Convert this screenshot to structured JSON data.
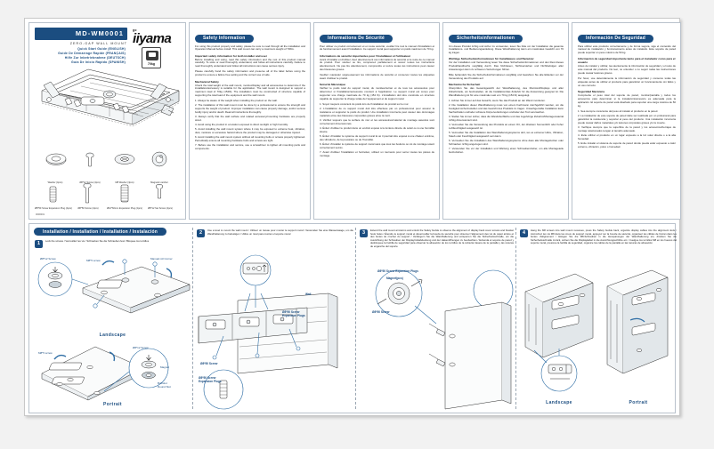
{
  "product": {
    "model": "MD-WM0001",
    "subtitle": "ZERO-GAP WALL MOUNT",
    "guides": [
      "Quick Start Guide (ENGLISH)",
      "Guide De Démarrage Rapide (FRANÇAIS)",
      "Hilfe Zur Inbetriebnahme (DEUTSCH)",
      "Guía De Inicio Rápido (SPANISH)"
    ],
    "brand_sup": "go",
    "brand": "iiyama",
    "weight_label": "70kg",
    "footnote": "0000001",
    "parts": [
      {
        "label": "Washer (4pcs)"
      },
      {
        "label": "Ø8*12 Screw (4pcs)"
      },
      {
        "label": "M8 Washer (3pcs)"
      },
      {
        "label": "Magnetic catcher"
      },
      {
        "label": "Ø8*50 Screw Expansion Plug (4pcs)"
      },
      {
        "label": "Ø8*50 Screw (4pcs)"
      },
      {
        "label": "Ø10*60mm Expansion Plug (4pcs)"
      },
      {
        "label": "Ø8*12 Set Screw (4pcs)"
      }
    ]
  },
  "columns": {
    "en": {
      "head": "Safety Information",
      "intro": "For using this product properly and safely, please be sure to read through all the installation and Operation Manual before install. This wall mount can carry a maximum weight of 70KG.",
      "important_head": "Important safety information for both installer and user",
      "important": "Before installing and using, read this safety information and the rest of this product manual carefully. To store or read thoroughly understand, and follow all instructions carefully. Failure to read thoroughly understand and follow all instructions can cause serious injury.",
      "note": "Please carefully hand the safety information and preserve all of the label before using the product to ensure a failure free setting and the correct use of safe.",
      "mech_head": "Mechanical Safety",
      "mech": "Check the total weight of the wall mount, monitor/display and all accessories to determine if the installation/accessory is suitable for the application. The wall mount is designed to support a maximum load of 70kg (154lb). The installation must be constructed of structure capable of supporting the total load of the equipment and the wall mount.",
      "bullets": [
        "1. Always be aware of the weight when installing the product on the wall.",
        "2. The installation of this wall mount must be done by a professional to ensure the strength and supports the weight of product. Improper installation can cause property damage, and/or serious bodily injury and/or death. Read all instructions thoroughly.",
        "3. Always verify that the wall surface and related accessory/mounting hardware are properly sized.",
        "4. Avoid using the product in a location exposed to direct sunlight or high humidity.",
        "5. Avoid installing the wall mount system where it may be exposed to extreme heat, vibration, dust, moisture or excessive hazard where the product may be damaged or otherwise injured.",
        "6. Avoid installing the wall mount system without all mounting bolts or screws properly tightened. Periodically ensure all mounting hardware bolts and screws are tight.",
        "7. Before use the installation and service, use a screwdriver to tighten all mounting parts and components."
      ]
    },
    "fr": {
      "head": "Informations De Sécurité",
      "intro": "Pour utiliser ce produit correctement et en toute sécurité, veuillez lire tout le manuel d'installation et de fonctionnement avant l'installation. Ce support mural peut supporter un poids maximum de 70 kg.",
      "important_head": "Informations de sécurité importantes pour l'installateur et l'utilisateur",
      "important": "Avant d'installer et d'utiliser, lisez attentivement ces informations de sécurité et le reste de ce manuel du produit. Pour stocker ou lire, comprenez parfaitement et suivez toutes les instructions attentivement. Ne pas lire attentivement, comprendre et suivre toutes les instructions peut causer des blessures graves.",
      "note": "Veuillez manipuler soigneusement les informations de sécurité et conserver toutes les étiquettes avant d'utiliser le produit.",
      "mech_head": "Sécurité Mécanique",
      "mech": "Vérifiez le poids total du support mural, du moniteur/écran et de tous les accessoires pour déterminer si l'installation/accessoire convient à l'application. Le support mural est conçu pour supporter une charge maximale de 70 kg (154 lb). L'installation doit être construite en structure capable de supporter la charge totale de l'équipement et du support mural.",
      "bullets": [
        "1. Soyez toujours conscient du poids lors de l'installation du produit sur le mur.",
        "2. L'installation de ce support mural doit être effectuée par un professionnel pour assurer la résistance et supporter le poids du produit. Une installation incorrecte peut causer des dommages matériels et/ou des blessures corporelles graves et/ou la mort.",
        "3. Vérifiez toujours que la surface du mur et les accessoires/matériel de montage associés sont correctement dimensionnés.",
        "4. Évitez d'utiliser le produit dans un endroit exposé à la lumière directe du soleil ou à une humidité élevée.",
        "5. Évitez d'installer le système de support mural là où il pourrait être exposé à une chaleur extrême, des vibrations, de la poussière ou de l'humidité.",
        "6. Évitez d'installer le système de support mural sans que tous les boulons ou vis de montage soient correctement serrés.",
        "7. Avant d'utiliser l'installation et l'entretien, utilisez un tournevis pour serrer toutes les pièces de montage."
      ]
    },
    "de": {
      "head": "Sicherheitsinformationen",
      "intro": "Um dieses Produkt richtig und sicher zu verwenden, lesen Sie bitte vor der Installation die gesamte Installations- und Bedienungsanleitung. Diese Wandhalterung kann ein maximales Gewicht von 70 kg tragen.",
      "important_head": "Wichtige Sicherheitsinformationen für Installateure und Benutzer",
      "important": "Vor der Installation und Verwendung lesen Sie diese Sicherheitsinformationen und den Rest dieses Produkthandbuchs sorgfältig durch. Das Nichtlesen, Nichtverstehen und Nichtbefolgen aller Anweisungen kann zu schweren Verletzungen führen.",
      "note": "Bitte behandeln Sie die Sicherheitsinformationen sorgfältig und bewahren Sie alle Etiketten vor der Verwendung des Produkts auf.",
      "mech_head": "Mechanische Sicherheit",
      "mech": "Überprüfen Sie das Gesamtgewicht der Wandhalterung, des Monitors/Displays und aller Zubehörteile, um festzustellen, ob die Installation/das Zubehör für die Anwendung geeignet ist. Die Wandhalterung ist für eine maximale Last von 70 kg (154 lb) ausgelegt.",
      "bullets": [
        "1. Achten Sie immer auf das Gewicht, wenn Sie das Produkt an der Wand montieren.",
        "2. Die Installation dieser Wandhalterung muss von einem Fachmann durchgeführt werden, um die Festigkeit sicherzustellen und das Gewicht des Produkts zu tragen. Unsachgemäße Installation kann Sachschäden und/oder schwere Körperverletzungen und/oder den Tod verursachen.",
        "3. Stellen Sie immer sicher, dass die Wandoberfläche und das zugehörige Zubehör/Montagematerial richtig dimensioniert sind.",
        "4. Vermeiden Sie die Verwendung des Produkts an einem Ort, der direktem Sonnenlicht oder hoher Luftfeuchtigkeit ausgesetzt ist.",
        "5. Vermeiden Sie die Installation des Wandhalterungssystems dort, wo es extremer Hitze, Vibration, Staub oder Feuchtigkeit ausgesetzt sein kann.",
        "6. Vermeiden Sie die Installation des Wandhalterungssystems ohne dass alle Montagebolzen oder Schrauben richtig angezogen sind.",
        "7. Verwenden Sie vor der Installation und Wartung einen Schraubendreher, um alle Montageteile festzuziehen."
      ]
    },
    "es": {
      "head": "Información De Seguridad",
      "intro": "Para utilizar este producto correctamente y de forma segura, siga el contenido del manual de instalación y funcionamiento antes de instalarlo. Este soporte de pared puede soportar un peso máximo de 50 kg.",
      "important_head": "Información de seguridad importante tanto para el instalador como para el usuario",
      "important": "Antes de instalar y utilizar, lea atentamente la información de seguridad y el resto de este manual del producto. No leer, no entender o no seguir todas las instrucciones puede causar lesiones graves.",
      "note": "Por favor, use detenidamente la información de seguridad y conserve todas las etiquetas antes de utilizar el producto para garantizar un funcionamiento sin fallos y un uso correcto.",
      "mech_head": "Seguridad Mecánica",
      "mech": "Compruebe el peso total del soporte de pared, monitor/pantalla y todos los accesorios para determinar si la instalación/accesorio es adecuada para la aplicación. El soporte de pared está diseñado para soportar una carga máxima de 50 kg.",
      "bullets": [
        "1. Sea siempre consciente del peso al instalar el producto en la pared.",
        "2. La instalación de este soporte de pared debe ser realizada por un profesional para garantizar la resistencia y soportar el peso del producto. Una instalación incorrecta puede causar daños materiales y/o lesiones corporales graves y/o la muerte.",
        "3. Verifique siempre que la superficie de la pared y los accesorios/herrajes de montaje relacionados tengan el tamaño adecuado.",
        "4. Evite utilizar el producto en un lugar expuesto a la luz solar directa o a la alta humedad.",
        "5. Evite instalar el sistema de soporte de pared donde pueda estar expuesto a calor extremo, vibración, polvo o humedad."
      ]
    }
  },
  "installation": {
    "head": "Installation / Installation / Installation / Instalación",
    "steps": [
      {
        "num": "1",
        "text": "Lock the screws / Verrouillez les vis / Schrauben Sie die Schrauben fest / Bloquee los tornillos",
        "callouts": {
          "screw": "Ø8*12 Screw",
          "m8screw": "M8*5 screw",
          "catcher": "Manual roll Corner",
          "magnet": "Magnet",
          "slot": "Bolt/slot Round Slot",
          "screw2": "Ø8*12 Screw",
          "m8": "M8*5 screw"
        },
        "orientation_a": "Landscape",
        "orientation_b": "Portrait"
      },
      {
        "num": "2",
        "text": "Use a level to mount the wall mount / Utilisez un niveau pour monter le support mural / Verwenden Sie eine Wasserwaage, um die Wandhalterung zu befestigen / Utilice un nivel para montar el soporte mural",
        "callouts": {
          "wall": "Wall",
          "plug": "Ø8*50 Screw Expansion Plugs",
          "screw": "Ø8*50 Screw",
          "plug2": "Ø8*50 Screw Expansion Plugs",
          "expander": "Ø8*50 Screw Expansion Plugs",
          "magnet": "Magnet(pcs)",
          "screw2": "Ø8*50 Screw"
        }
      },
      {
        "num": "3",
        "text": "Extend the wall mount arm/arms and unlock the Safety buckle to observe the alignment of display back cover screws and bracket hook holes / Étendre le support mural et déverrouiller la boucle de sécurité pour observer l'alignement des vis du capot arrière et des fentes de crochet du support / Verlängern Sie die Wandhalterung und entsperren Sie die Sicherheitsschnalle, um die Ausrichtung der Schrauben der Displayrückabdeckung und der Hakenöffnungen zu beobachten / Extienda el soporte de pared y desbloquee la hebilla de seguridad para observar la alineación de los tornillos de la cubierta trasera de la pantalla y las ranuras de enganche del soporte",
        "callouts": {
          "appliance": "Appliance",
          "exit": "Exit"
        }
      },
      {
        "num": "4",
        "text": "Hang the M8 screws into wall mount recesses, press the Safety buckle back, organize display cables into the alignment slots / Accrochez les vis M8 dans les creux du support mural, appuyez sur la boucle de sécurité, organisez les câbles de l'écran dans les fentes d'alignement / Hängen Sie die M8-Schrauben in die Aussparungen der Wandhalterung ein, drücken Sie die Sicherheitsschnalle zurück, ordnen Sie die Displaykabel in die Ausrichtungsschlitze ein / Cuelgue los tornillos M8 en los huecos del soporte mural, presione la hebilla de seguridad, organice los cables de la pantalla en las ranuras de alineación",
        "orientation_a": "Landscape",
        "orientation_b": "Portrait"
      }
    ]
  }
}
